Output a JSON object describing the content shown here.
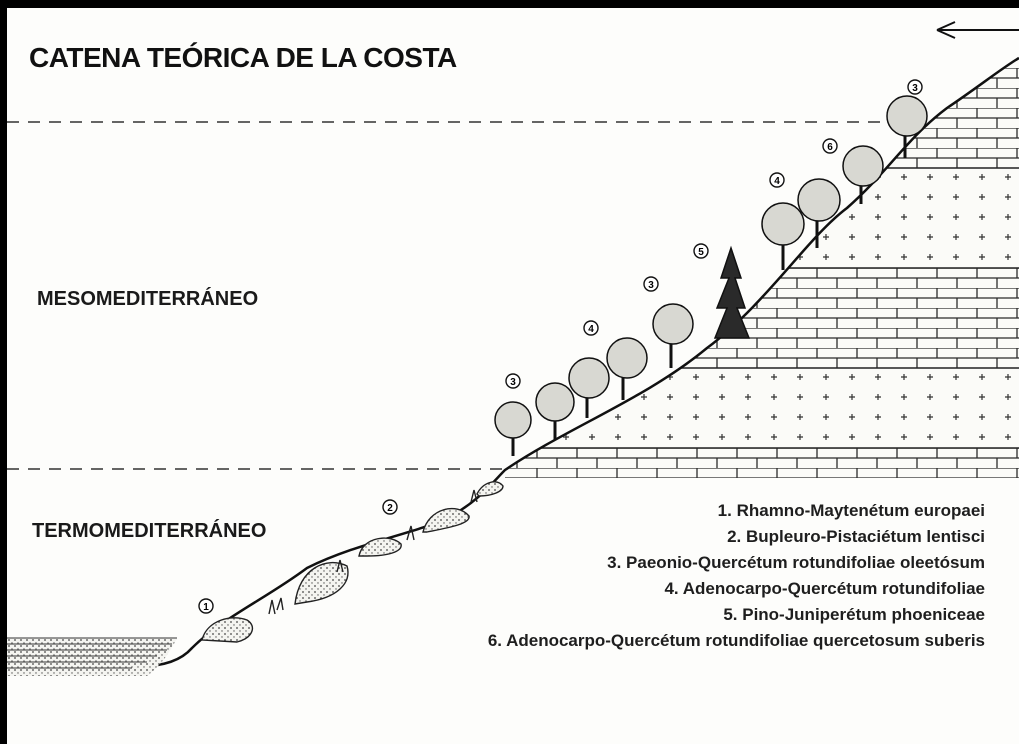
{
  "title": "CATENA TEÓRICA DE LA COSTA",
  "zones": {
    "upper": "MESOMEDITERRÁNEO",
    "lower": "TERMOMEDITERRÁNEO"
  },
  "legend": [
    "1. Rhamno-Maytenétum europaei",
    "2. Bupleuro-Pistaciétum lentisci",
    "3. Paeonio-Quercétum rotundifoliae oleetósum",
    "4. Adenocarpo-Quercétum rotundifoliae",
    "5. Pino-Juniperétum phoeniceae",
    "6. Adenocarpo-Quercétum rotundifoliae quercetosum suberis"
  ],
  "markers": [
    "1",
    "2",
    "3",
    "4",
    "3",
    "5",
    "4",
    "6",
    "3"
  ]
}
